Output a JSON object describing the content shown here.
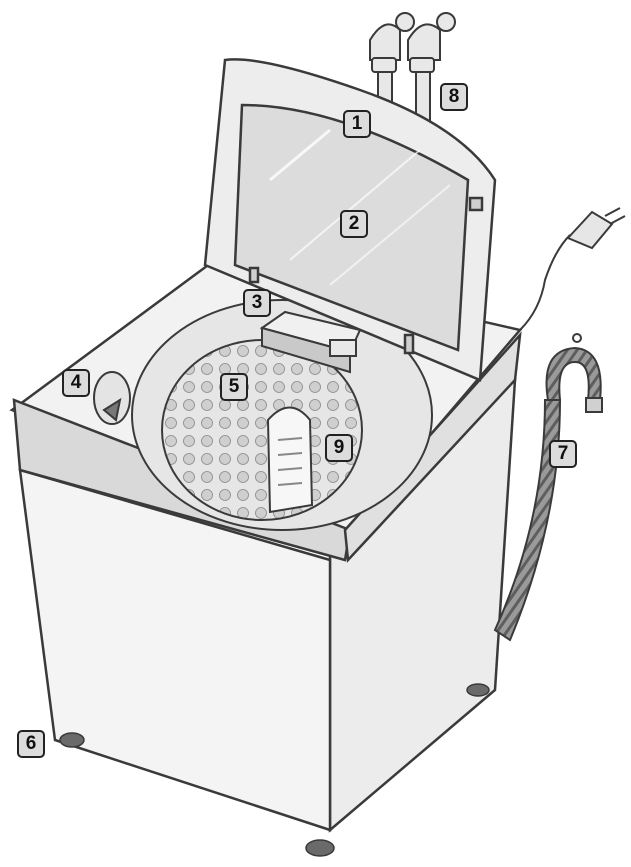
{
  "callouts": [
    {
      "id": "lid",
      "label": "1"
    },
    {
      "id": "lid-window",
      "label": "2"
    },
    {
      "id": "detergent-dispenser",
      "label": "3"
    },
    {
      "id": "softener-inlet",
      "label": "4"
    },
    {
      "id": "pulsator-tub",
      "label": "5"
    },
    {
      "id": "body",
      "label": "6"
    },
    {
      "id": "drain-hose",
      "label": "7"
    },
    {
      "id": "water-taps",
      "label": "8"
    },
    {
      "id": "lint-filter",
      "label": "9"
    }
  ],
  "colors": {
    "outline": "#3a3a3a",
    "body_fill": "#f4f4f4",
    "panel_fill": "#d9d9d9",
    "tub_fill": "#e6e6e6",
    "hose_fill": "#8a8a8a",
    "callout_fill": "#dcdcdc"
  }
}
